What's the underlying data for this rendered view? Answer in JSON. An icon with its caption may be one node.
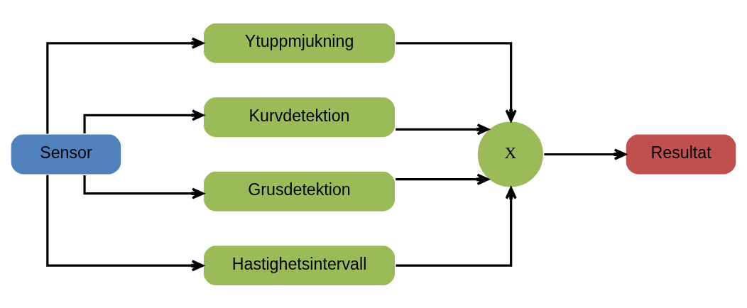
{
  "diagram": {
    "nodes": [
      {
        "text": [
          "Sensor"
        ]
      },
      {
        "text": [
          "Ytuppmjukning"
        ]
      },
      {
        "text": [
          "Kurvdetektion"
        ]
      },
      {
        "text": [
          "Grusdetektion"
        ]
      },
      {
        "text": [
          "Hastighetsintervall"
        ]
      },
      {
        "text": [
          "X"
        ]
      },
      {
        "text": [
          "Resultat"
        ]
      }
    ],
    "edges": [
      {
        "from": 0,
        "to": 1,
        "arrow": "to"
      },
      {
        "from": 0,
        "to": 2,
        "arrow": "to"
      },
      {
        "from": 0,
        "to": 3,
        "arrow": "to"
      },
      {
        "from": 0,
        "to": 4,
        "arrow": "to"
      },
      {
        "from": 1,
        "to": 5,
        "arrow": "to"
      },
      {
        "from": 2,
        "to": 5,
        "arrow": "to"
      },
      {
        "from": 3,
        "to": 5,
        "arrow": "to"
      },
      {
        "from": 4,
        "to": 5,
        "arrow": "to"
      },
      {
        "from": 5,
        "to": 6,
        "arrow": "to"
      }
    ]
  }
}
